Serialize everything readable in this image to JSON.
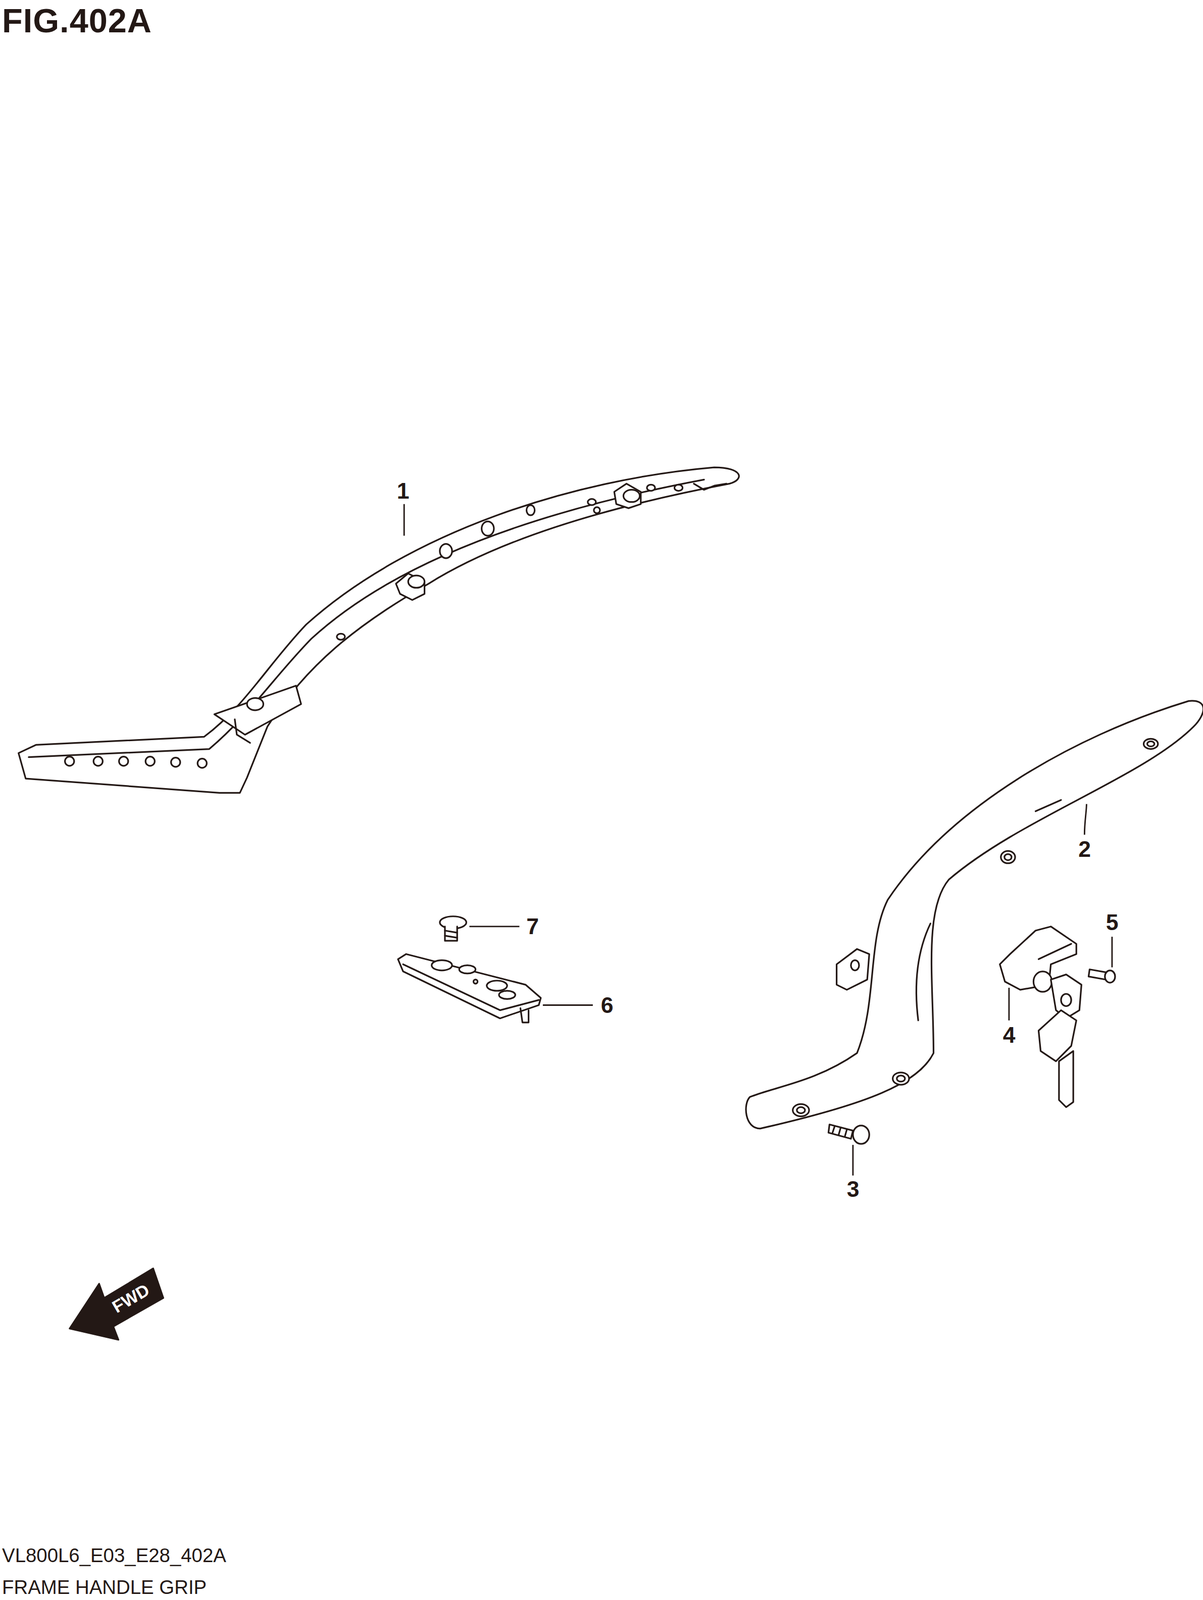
{
  "diagram": {
    "title": "FIG.402A",
    "labels": [
      "1",
      "2",
      "7",
      "5",
      "6",
      "4",
      "3",
      "FWD",
      "VL800L6_E03_E28_402A",
      "FRAME HANDLE GRIP"
    ]
  }
}
